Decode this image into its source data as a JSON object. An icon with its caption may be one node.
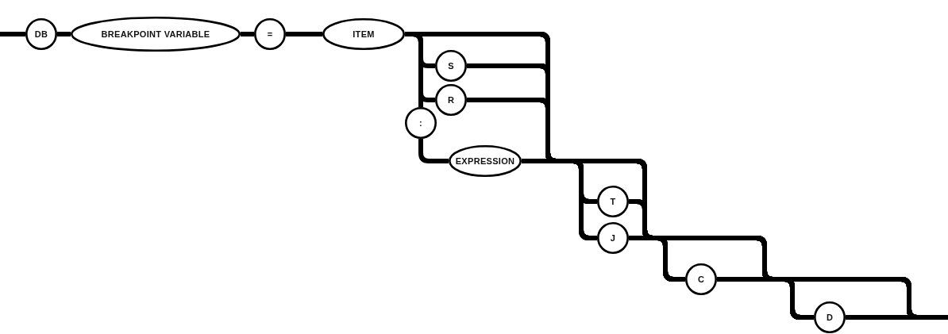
{
  "diagram": {
    "nodes": [
      {
        "text": [
          "DB"
        ]
      },
      {
        "text": [
          "BREAKPOINT VARIABLE"
        ]
      },
      {
        "text": [
          "="
        ]
      },
      {
        "text": [
          "ITEM"
        ]
      },
      {
        "text": [
          "S"
        ]
      },
      {
        "text": [
          "R"
        ]
      },
      {
        "text": [
          ":"
        ]
      },
      {
        "text": [
          "EXPRESSION"
        ]
      },
      {
        "text": [
          "T"
        ]
      },
      {
        "text": [
          "J"
        ]
      },
      {
        "text": [
          "C"
        ]
      },
      {
        "text": [
          "D"
        ]
      }
    ],
    "edges": [
      {
        "from": null,
        "to": 0,
        "arrow": "none"
      },
      {
        "from": 0,
        "to": 1,
        "arrow": "none"
      },
      {
        "from": 1,
        "to": 2,
        "arrow": "none"
      },
      {
        "from": 2,
        "to": 3,
        "arrow": "none"
      },
      {
        "from": 3,
        "to": 4,
        "arrow": "none"
      },
      {
        "from": 3,
        "to": 5,
        "arrow": "none"
      },
      {
        "from": 3,
        "to": 6,
        "arrow": "none"
      },
      {
        "from": 6,
        "to": 7,
        "arrow": "none"
      },
      {
        "from": 3,
        "to": 8,
        "arrow": "none"
      },
      {
        "from": 3,
        "to": 9,
        "arrow": "none"
      },
      {
        "from": 3,
        "to": 10,
        "arrow": "none"
      },
      {
        "from": 3,
        "to": 11,
        "arrow": "none"
      },
      {
        "from": 3,
        "to": null,
        "arrow": "none"
      },
      {
        "from": 4,
        "to": 8,
        "arrow": "none"
      },
      {
        "from": 4,
        "to": 9,
        "arrow": "none"
      },
      {
        "from": 4,
        "to": 10,
        "arrow": "none"
      },
      {
        "from": 4,
        "to": 11,
        "arrow": "none"
      },
      {
        "from": 4,
        "to": null,
        "arrow": "none"
      },
      {
        "from": 5,
        "to": 8,
        "arrow": "none"
      },
      {
        "from": 5,
        "to": 9,
        "arrow": "none"
      },
      {
        "from": 5,
        "to": 10,
        "arrow": "none"
      },
      {
        "from": 5,
        "to": 11,
        "arrow": "none"
      },
      {
        "from": 5,
        "to": null,
        "arrow": "none"
      },
      {
        "from": 7,
        "to": 8,
        "arrow": "none"
      },
      {
        "from": 7,
        "to": 9,
        "arrow": "none"
      },
      {
        "from": 7,
        "to": 10,
        "arrow": "none"
      },
      {
        "from": 7,
        "to": 11,
        "arrow": "none"
      },
      {
        "from": 7,
        "to": null,
        "arrow": "none"
      },
      {
        "from": 8,
        "to": 10,
        "arrow": "none"
      },
      {
        "from": 8,
        "to": 11,
        "arrow": "none"
      },
      {
        "from": 8,
        "to": null,
        "arrow": "none"
      },
      {
        "from": 9,
        "to": 10,
        "arrow": "none"
      },
      {
        "from": 9,
        "to": 11,
        "arrow": "none"
      },
      {
        "from": 9,
        "to": null,
        "arrow": "none"
      },
      {
        "from": 10,
        "to": 11,
        "arrow": "none"
      },
      {
        "from": 10,
        "to": null,
        "arrow": "none"
      },
      {
        "from": 11,
        "to": null,
        "arrow": "none"
      }
    ]
  }
}
